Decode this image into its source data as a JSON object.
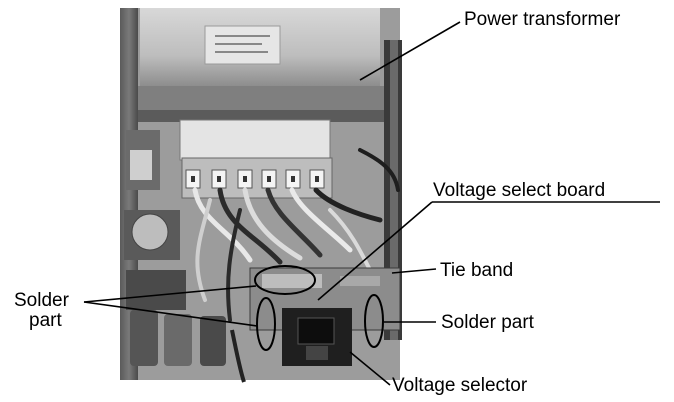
{
  "diagram": {
    "labels": {
      "power_transformer": "Power transformer",
      "voltage_select_board": "Voltage select board",
      "tie_band": "Tie band",
      "solder_part_left_line1": "Solder",
      "solder_part_left_line2": "part",
      "solder_part_right": "Solder part",
      "voltage_selector": "Voltage selector"
    }
  }
}
